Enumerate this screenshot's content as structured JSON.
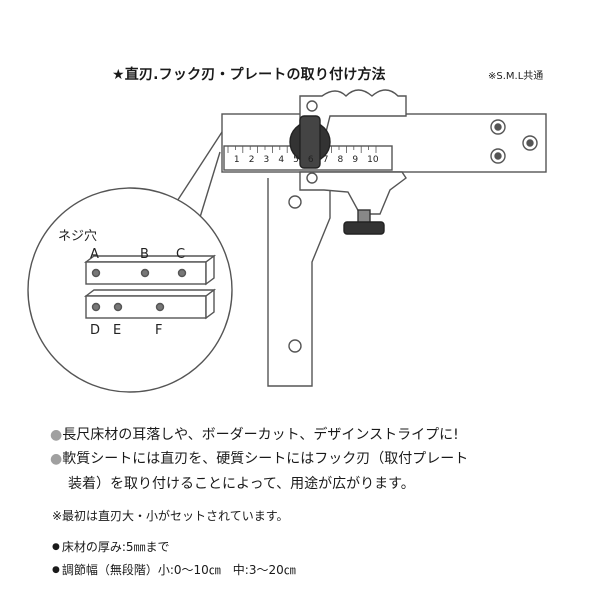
{
  "title": "★直刃.フック刃・プレートの取り付け方法",
  "note": "※S.M.L共通",
  "diagram": {
    "screw_hole_label": "ネジ穴",
    "hole_labels": [
      "A",
      "B",
      "C",
      "D",
      "E",
      "F"
    ],
    "ruler_ticks": [
      "1",
      "2",
      "3",
      "4",
      "5",
      "6",
      "7",
      "8",
      "9",
      "10"
    ]
  },
  "features": {
    "bullet1": "長尺床材の耳落しや、ボーダーカット、デザインストライプに!",
    "bullet2_line1": "軟質シートには直刃を、硬質シートにはフック刃（取付プレート",
    "bullet2_line2": "装着）を取り付けることによって、用途が広がります。",
    "note1": "※最初は直刃大・小がセットされています。",
    "dot": "●",
    "specs": [
      "床材の厚み:5㎜まで",
      "調節幅（無段階）小:0〜10㎝　中:3〜20㎝"
    ]
  }
}
